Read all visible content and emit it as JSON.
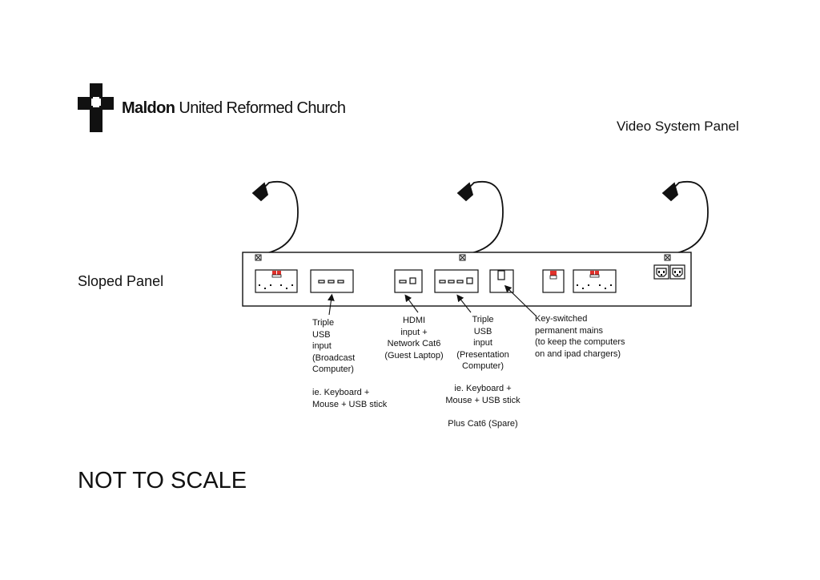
{
  "brand": {
    "name_bold": "Maldon",
    "name_rest": " United Reformed Church"
  },
  "document": {
    "title": "Video System Panel"
  },
  "panel": {
    "label": "Sloped Panel"
  },
  "notes": {
    "usb_broadcast": "Triple\nUSB\ninput\n(Broadcast\nComputer)\n\nie. Keyboard +\nMouse + USB stick",
    "hdmi": "HDMI\ninput +\nNetwork Cat6\n(Guest Laptop)",
    "usb_presentation": "Triple\nUSB\ninput\n(Presentation\nComputer)",
    "usb_presentation_extra": "ie. Keyboard +\nMouse + USB stick\n\nPlus Cat6 (Spare)",
    "key_switched": "Key-switched\npermanent mains\n(to keep the computers\non and ipad chargers)"
  },
  "footer": {
    "scale_note": "NOT TO SCALE"
  },
  "colors": {
    "line": "#111111",
    "switch": "#e0312b",
    "background": "#ffffff"
  }
}
